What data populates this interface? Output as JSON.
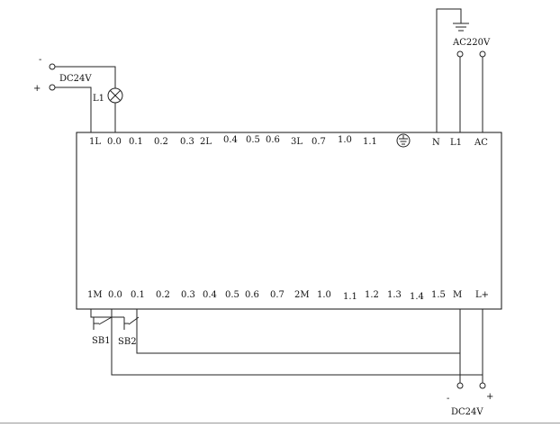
{
  "labels": {
    "dc_in_minus": "-",
    "dc_in_plus": "+",
    "dc_in": "DC24V",
    "lamp": "L1",
    "ac_supply": "AC220V",
    "dc_out_minus": "-",
    "dc_out_plus": "+",
    "dc_out": "DC24V",
    "switch_1": "SB1",
    "switch_2": "SB2"
  },
  "top_terminals": [
    "1L",
    "0.0",
    "0.1",
    "0.2",
    "0.3",
    "2L",
    "0.4",
    "0.5",
    "0.6",
    "3L",
    "0.7",
    "1.0",
    "1.1",
    "N",
    "L1",
    "AC"
  ],
  "bottom_terminals": [
    "1M",
    "0.0",
    "0.1",
    "0.2",
    "0.3",
    "0.4",
    "0.5",
    "0.6",
    "0.7",
    "2M",
    "1.0",
    "1.1",
    "1.2",
    "1.3",
    "1.4",
    "1.5",
    "M",
    "L+"
  ]
}
